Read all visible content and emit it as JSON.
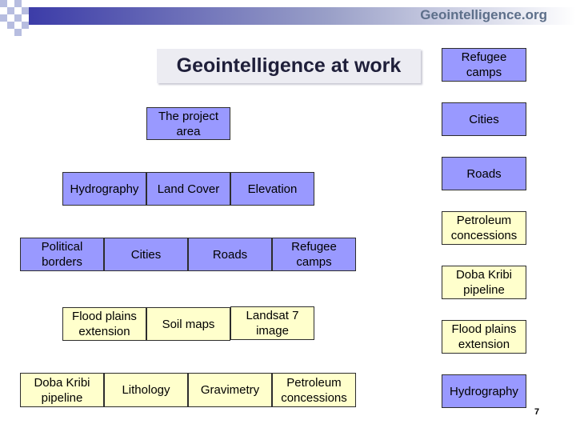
{
  "header": {
    "site": "Geointelligence.org"
  },
  "title": "Geointelligence at work",
  "project_area": "The project\narea",
  "rows": {
    "row1": [
      "Hydrography",
      "Land Cover",
      "Elevation"
    ],
    "row2": [
      "Political\nborders",
      "Cities",
      "Roads",
      "Refugee\ncamps"
    ],
    "row3": [
      "Flood plains\nextension",
      "Soil maps",
      "Landsat 7\nimage"
    ],
    "row4": [
      "Doba Kribi\npipeline",
      "Lithology",
      "Gravimetry",
      "Petroleum\nconcessions"
    ]
  },
  "legend": [
    "Refugee\ncamps",
    "Cities",
    "Roads",
    "Petroleum\nconcessions",
    "Doba Kribi\npipeline",
    "Flood plains\nextension",
    "Hydrography"
  ],
  "page_number": "7",
  "colors": {
    "blue_box": "#9999ff",
    "yellow_box": "#ffffcc",
    "site_text": "#5d6f8a"
  }
}
